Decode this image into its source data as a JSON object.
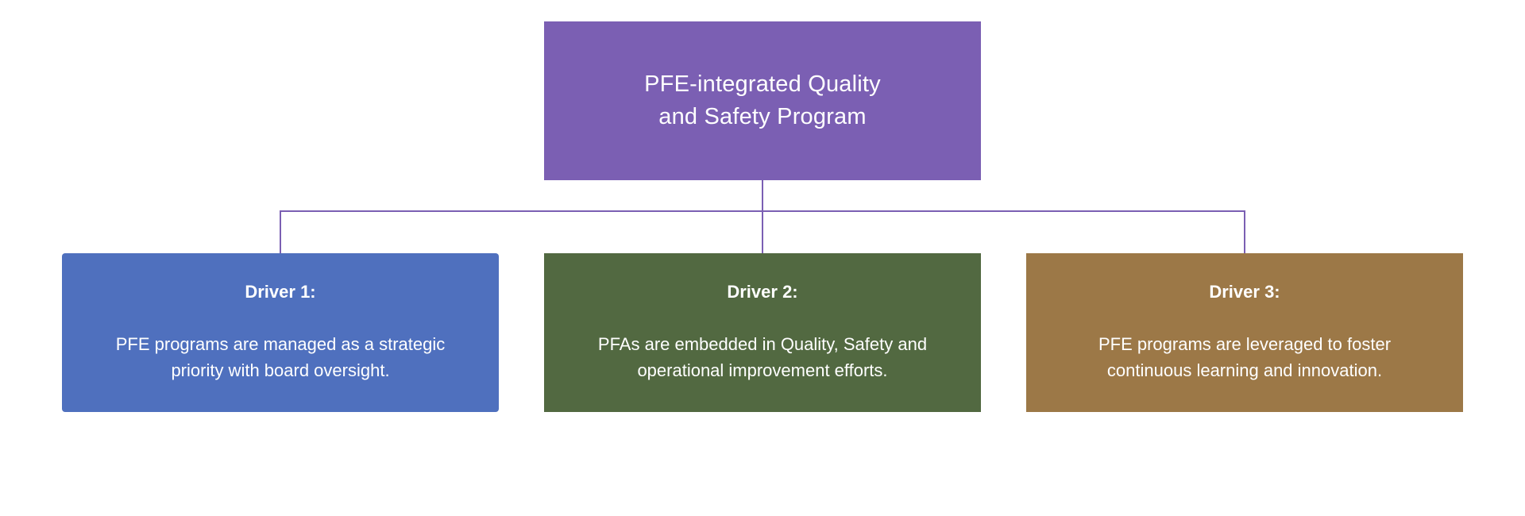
{
  "diagram": {
    "type": "org-tree",
    "root": {
      "title_line1": "PFE-integrated Quality",
      "title_line2": "and Safety Program",
      "color": "#7B5FB3"
    },
    "connector_color": "#7B5FB3",
    "drivers": [
      {
        "heading": "Driver 1:",
        "body_line1": "PFE programs are managed as a strategic",
        "body_line2": "priority with board oversight.",
        "color": "#4F70BE"
      },
      {
        "heading": "Driver 2:",
        "body_line1": "PFAs are embedded in Quality, Safety and",
        "body_line2": "operational improvement efforts.",
        "color": "#526941"
      },
      {
        "heading": "Driver 3:",
        "body_line1": "PFE programs are leveraged to foster",
        "body_line2": "continuous learning and innovation.",
        "color": "#9C7847"
      }
    ]
  }
}
